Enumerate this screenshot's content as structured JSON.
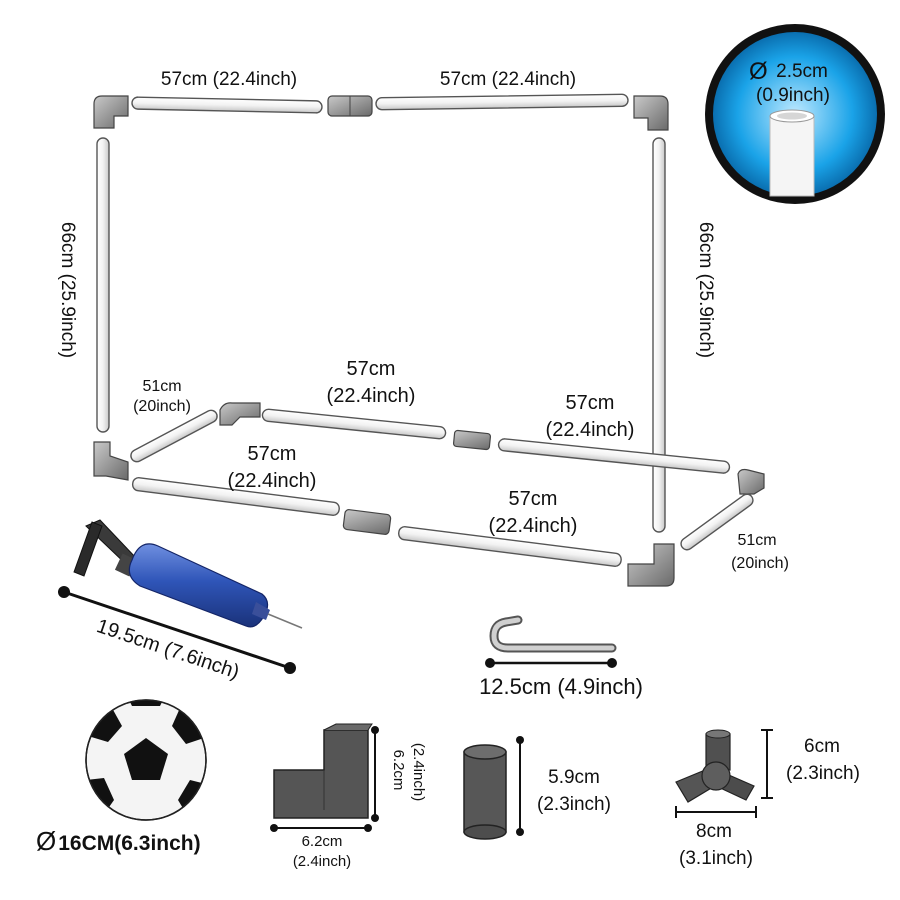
{
  "frame": {
    "top_left_pipe": "57cm (22.4inch)",
    "top_right_pipe": "57cm (22.4inch)",
    "left_post": "66cm (25.9inch)",
    "right_post": "66cm (25.9inch)",
    "back_left_side": [
      "51cm",
      "(20inch)"
    ],
    "back_mid_pipe": [
      "57cm",
      "(22.4inch)"
    ],
    "back_right_pipe": [
      "57cm",
      "(22.4inch)"
    ],
    "front_left_pipe": [
      "57cm",
      "(22.4inch)"
    ],
    "front_right_pipe": [
      "57cm",
      "(22.4inch)"
    ],
    "right_side": [
      "51cm",
      "(20inch)"
    ]
  },
  "pipe_detail": {
    "diameter_line1": "2.5cm",
    "diameter_line2": "(0.9inch)",
    "circle_color": "#1aa3e8"
  },
  "pump": {
    "length": "19.5cm (7.6inch)",
    "body_color": "#2f55b8"
  },
  "stake": {
    "length": "12.5cm (4.9inch)"
  },
  "ball": {
    "diameter_symbol": "Ø",
    "diameter_text": "16CM(6.3inch)"
  },
  "elbow": {
    "width_cm": "6.2cm",
    "width_in": "(2.4inch)",
    "height_cm": "6.2cm",
    "height_in": "(2.4inch)"
  },
  "connector": {
    "height_cm": "5.9cm",
    "height_in": "(2.3inch)"
  },
  "three_way": {
    "height_cm": "6cm",
    "height_in": "(2.3inch)",
    "width_cm": "8cm",
    "width_in": "(3.1inch)"
  }
}
